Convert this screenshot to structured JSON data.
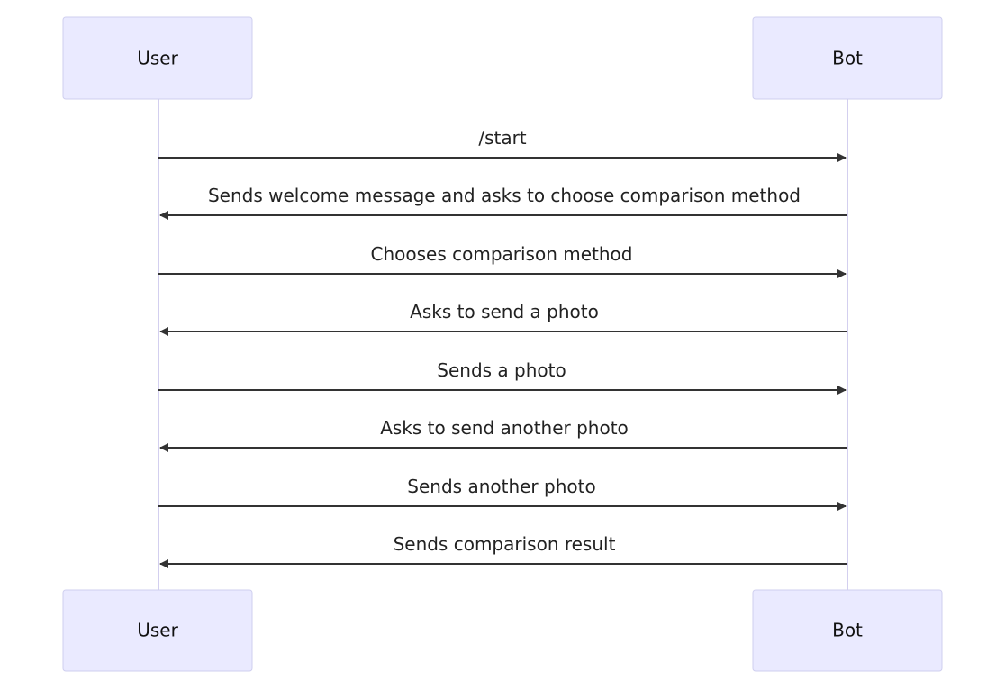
{
  "actors": [
    {
      "id": "user",
      "label": "User"
    },
    {
      "id": "bot",
      "label": "Bot"
    }
  ],
  "messages": [
    {
      "from": "user",
      "to": "bot",
      "text": "/start"
    },
    {
      "from": "bot",
      "to": "user",
      "text": "Sends welcome message and asks to choose comparison method"
    },
    {
      "from": "user",
      "to": "bot",
      "text": "Chooses comparison method"
    },
    {
      "from": "bot",
      "to": "user",
      "text": "Asks to send a photo"
    },
    {
      "from": "user",
      "to": "bot",
      "text": "Sends a photo"
    },
    {
      "from": "bot",
      "to": "user",
      "text": "Asks to send another photo"
    },
    {
      "from": "user",
      "to": "bot",
      "text": "Sends another photo"
    },
    {
      "from": "bot",
      "to": "user",
      "text": "Sends comparison result"
    }
  ],
  "colors": {
    "actor_fill": "#eaeaff",
    "actor_border": "#cfcfef",
    "lifeline": "#d3cfef",
    "message_line": "#333333"
  }
}
